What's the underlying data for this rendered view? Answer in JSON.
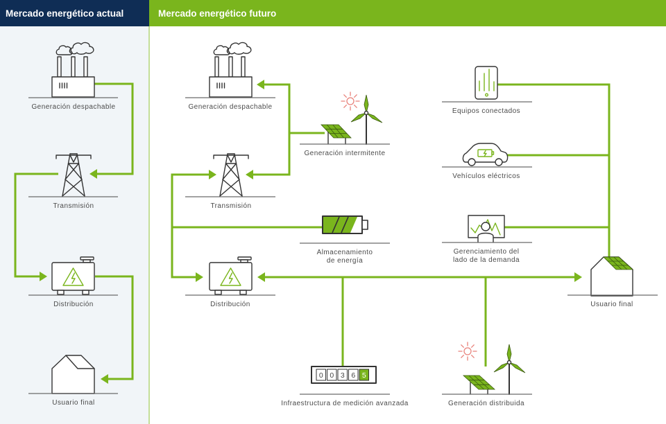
{
  "header": {
    "current_title": "Mercado energético actual",
    "future_title": "Mercado energético futuro"
  },
  "theme": {
    "navy": "#0f2d55",
    "green": "#7ab51d",
    "sun": "#e8817a",
    "left_background": "#f1f5f8"
  },
  "current_market": {
    "dispatchable_generation": "Generación despachable",
    "transmission": "Transmisión",
    "distribution": "Distribución",
    "end_user": "Usuario final",
    "flow": [
      "Generación despachable",
      "Transmisión",
      "Distribución",
      "Usuario final"
    ]
  },
  "future_market": {
    "dispatchable_generation": "Generación despachable",
    "intermittent_generation": "Generación intermitente",
    "transmission": "Transmisión",
    "storage": {
      "line1": "Almacenamiento",
      "line2": "de energía"
    },
    "distribution": "Distribución",
    "connected_devices": "Equipos conectados",
    "electric_vehicles": "Vehículos eléctricos",
    "demand_side_management": {
      "line1": "Gerenciamiento del",
      "line2": "lado de la demanda"
    },
    "end_user": "Usuario final",
    "advanced_metering": "Infraestructura de medición avanzada",
    "distributed_generation": "Generación distribuida",
    "meter": {
      "digits": [
        "0",
        "0",
        "3",
        "6",
        "5"
      ],
      "highlighted_index": 4
    }
  },
  "icons": {
    "factory": "factory-icon",
    "tower": "transmission-tower-icon",
    "transformer": "distribution-transformer-icon",
    "house": "house-icon",
    "solar": "solar-panel-icon",
    "wind": "wind-turbine-icon",
    "sun": "sun-icon",
    "battery": "battery-icon",
    "phone": "smart-device-icon",
    "car": "electric-car-icon",
    "monitor": "demand-monitor-icon",
    "meter": "smart-meter-icon"
  }
}
